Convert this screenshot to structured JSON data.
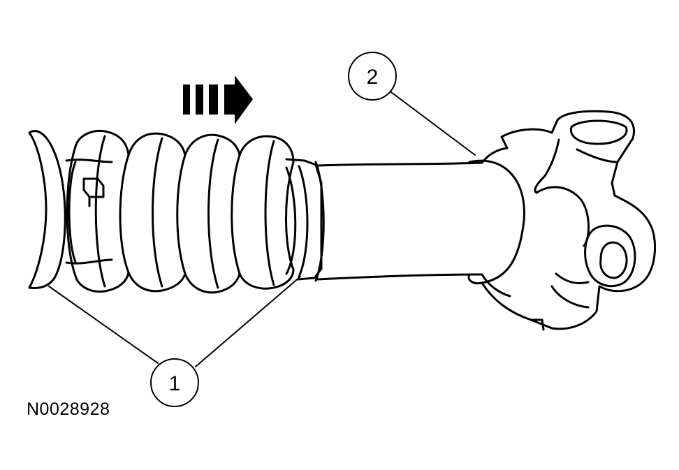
{
  "figure": {
    "code": "N0028928",
    "callouts": [
      {
        "number": "1"
      },
      {
        "number": "2"
      }
    ]
  },
  "colors": {
    "line": "#000000",
    "background": "#ffffff"
  },
  "icons": [
    "direction-arrow-icon"
  ]
}
